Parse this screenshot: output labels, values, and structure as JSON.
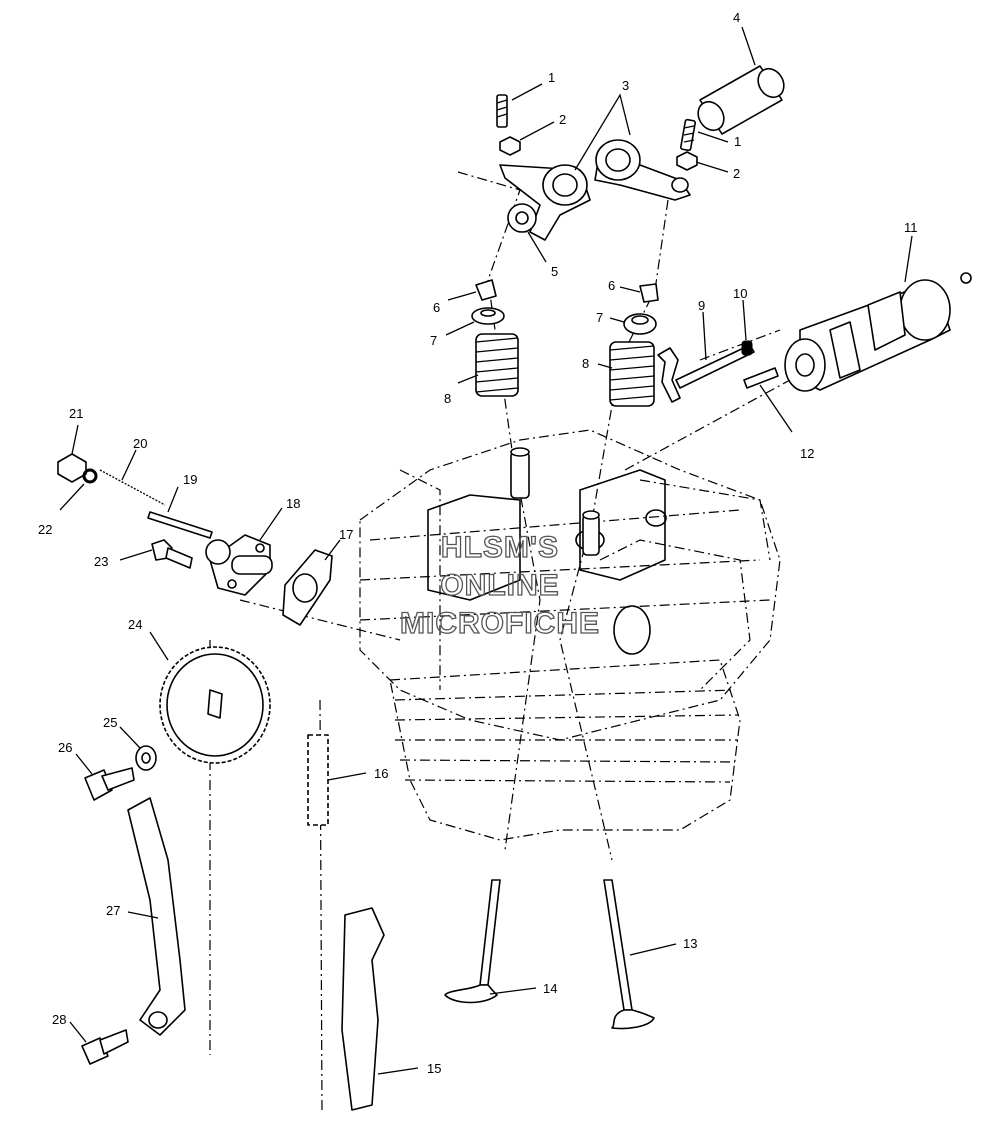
{
  "watermark": {
    "line1": "HLSM'S",
    "line2": "ONLINE",
    "line3": "MICROFICHE"
  },
  "callouts": [
    {
      "id": "c1a",
      "label": "1"
    },
    {
      "id": "c1b",
      "label": "1"
    },
    {
      "id": "c2a",
      "label": "2"
    },
    {
      "id": "c2b",
      "label": "2"
    },
    {
      "id": "c3",
      "label": "3"
    },
    {
      "id": "c4",
      "label": "4"
    },
    {
      "id": "c5",
      "label": "5"
    },
    {
      "id": "c6a",
      "label": "6"
    },
    {
      "id": "c6b",
      "label": "6"
    },
    {
      "id": "c7a",
      "label": "7"
    },
    {
      "id": "c7b",
      "label": "7"
    },
    {
      "id": "c8a",
      "label": "8"
    },
    {
      "id": "c8b",
      "label": "8"
    },
    {
      "id": "c9",
      "label": "9"
    },
    {
      "id": "c10",
      "label": "10"
    },
    {
      "id": "c11",
      "label": "11"
    },
    {
      "id": "c12",
      "label": "12"
    },
    {
      "id": "c13",
      "label": "13"
    },
    {
      "id": "c14",
      "label": "14"
    },
    {
      "id": "c15",
      "label": "15"
    },
    {
      "id": "c16",
      "label": "16"
    },
    {
      "id": "c17",
      "label": "17"
    },
    {
      "id": "c18",
      "label": "18"
    },
    {
      "id": "c19",
      "label": "19"
    },
    {
      "id": "c20",
      "label": "20"
    },
    {
      "id": "c21",
      "label": "21"
    },
    {
      "id": "c22",
      "label": "22"
    },
    {
      "id": "c23",
      "label": "23"
    },
    {
      "id": "c24",
      "label": "24"
    },
    {
      "id": "c25",
      "label": "25"
    },
    {
      "id": "c26",
      "label": "26"
    },
    {
      "id": "c27",
      "label": "27"
    },
    {
      "id": "c28",
      "label": "28"
    }
  ]
}
